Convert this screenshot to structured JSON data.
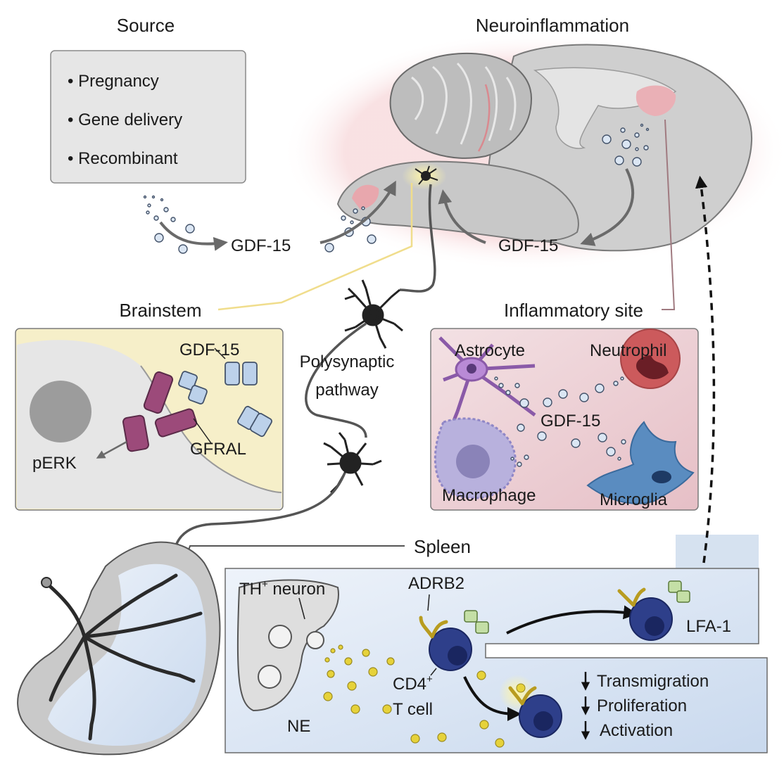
{
  "source": {
    "title": "Source",
    "items": [
      "• Pregnancy",
      "• Gene delivery",
      "• Recombinant"
    ]
  },
  "neuro": {
    "title": "Neuroinflammation"
  },
  "gdf_left": "GDF-15",
  "gdf_right": "GDF-15",
  "brainstem": {
    "title": "Brainstem",
    "gdf": "GDF-15",
    "gfral": "GFRAL",
    "perk": "pERK"
  },
  "pathway": {
    "line1": "Polysynaptic",
    "line2": "pathway"
  },
  "inflam": {
    "title": "Inflammatory site",
    "astrocyte": "Astrocyte",
    "neutrophil": "Neutrophil",
    "gdf": "GDF-15",
    "macrophage": "Macrophage",
    "microglia": "Microglia"
  },
  "spleen": {
    "title": "Spleen",
    "th_main": "TH",
    "th_sup": "+",
    "th_rest": " neuron",
    "adrb2": "ADRB2",
    "lfa1": "LFA-1",
    "ne": "NE",
    "cd4_main": "CD4",
    "cd4_sup": "+",
    "tcell": "T cell",
    "effects": [
      "Transmigration",
      "Proliferation",
      "Activation"
    ]
  }
}
